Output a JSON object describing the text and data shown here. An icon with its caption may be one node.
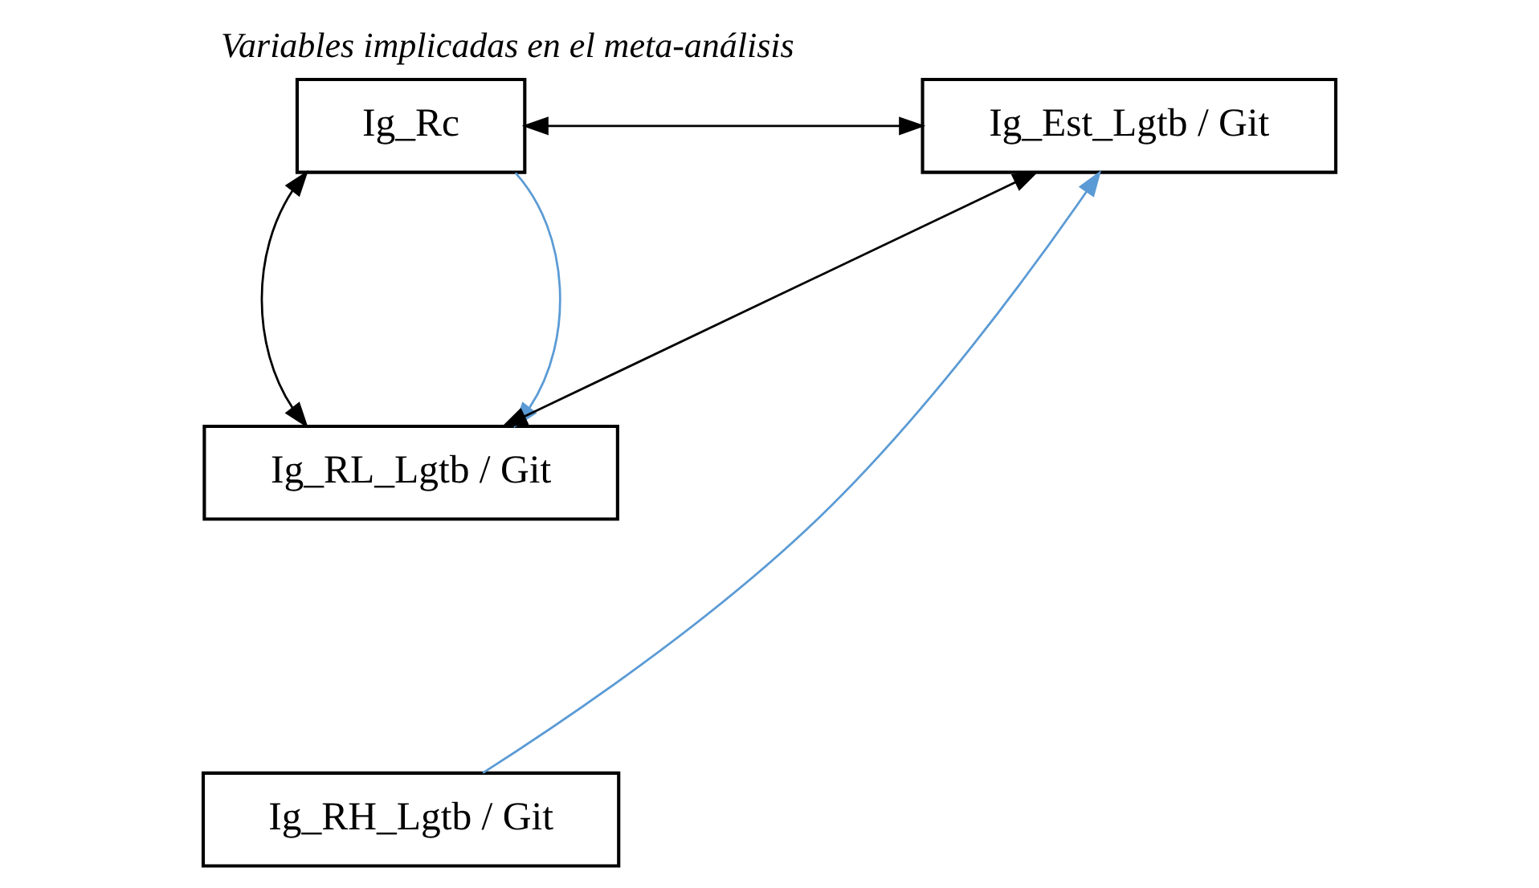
{
  "diagram": {
    "title": "Variables implicadas en el meta-análisis",
    "nodes": [
      {
        "text": [
          "Ig_Rc"
        ]
      },
      {
        "text": [
          "Ig_Est_Lgtb / Git"
        ]
      },
      {
        "text": [
          "Ig_RL_Lgtb / Git"
        ]
      },
      {
        "text": [
          "Ig_RH_Lgtb / Git"
        ]
      }
    ],
    "edges": [
      {
        "from": 0,
        "to": 1,
        "arrow": "both"
      },
      {
        "from": 0,
        "to": 2,
        "arrow": "both"
      },
      {
        "from": 1,
        "to": 2,
        "arrow": "both"
      },
      {
        "from": 0,
        "to": 2,
        "arrow": "to",
        "color": "#5b9bd5"
      },
      {
        "from": 3,
        "to": 1,
        "arrow": "to",
        "color": "#5b9bd5"
      }
    ]
  }
}
